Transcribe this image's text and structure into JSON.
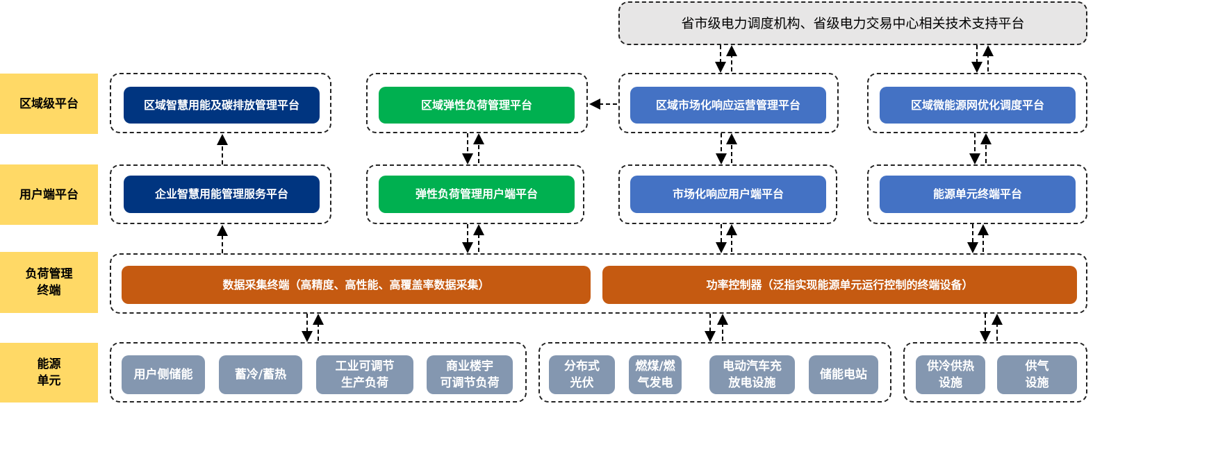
{
  "levels": [
    "区域级平台",
    "用户端平台",
    "负荷管理\n终端",
    "能源\n单元"
  ],
  "top_platform": "省市级电力调度机构、省级电力交易中心相关技术支持平台",
  "regional": [
    "区域智慧用能及碳排放管理平台",
    "区域弹性负荷管理平台",
    "区域市场化响应运营管理平台",
    "区域微能源网优化调度平台"
  ],
  "user": [
    "企业智慧用能管理服务平台",
    "弹性负荷管理用户端平台",
    "市场化响应用户端平台",
    "能源单元终端平台"
  ],
  "terminals": [
    "数据采集终端（高精度、高性能、高覆盖率数据采集）",
    "功率控制器（泛指实现能源单元运行控制的终端设备）"
  ],
  "units": [
    "用户侧储能",
    "蓄冷/蓄热",
    "工业可调节\n生产负荷",
    "商业楼宇\n可调节负荷",
    "分布式\n光伏",
    "燃煤/燃\n气发电",
    "电动汽车充\n放电设施",
    "储能电站",
    "供冷供热\n设施",
    "供气\n设施"
  ]
}
